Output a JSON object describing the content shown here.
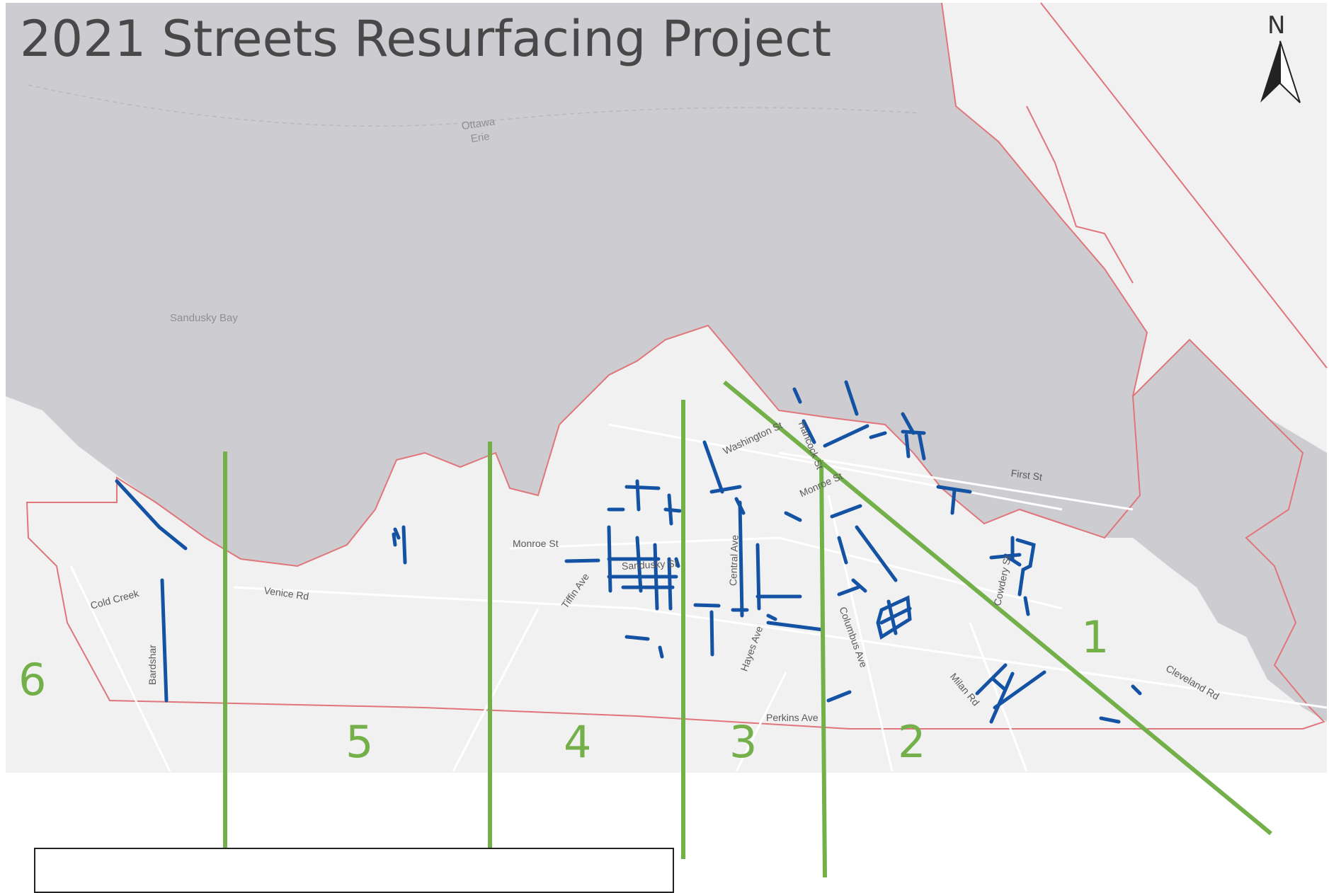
{
  "title": "2021 Streets Resurfacing Project",
  "north_arrow": {
    "label": "N",
    "icon": "north-arrow-icon"
  },
  "water_labels": {
    "ottawa": "Ottawa",
    "erie": "Erie",
    "sandusky_bay": "Sandusky Bay"
  },
  "street_labels": {
    "cold_creek": "Cold Creek",
    "venice_rd": "Venice Rd",
    "bardshar": "Bardshar",
    "monroe_st_west": "Monroe St",
    "sandusky_st": "Sandusky St",
    "tiffin_ave": "Tiffin Ave",
    "washington_st": "Washington St",
    "hancock_st": "Hancock St",
    "monroe_st_east": "Monroe St",
    "first_st": "First St",
    "central_ave": "Central Ave",
    "hayes_ave": "Hayes Ave",
    "columbus_ave": "Columbus Ave",
    "milan_rd": "Milan Rd",
    "cowdery_st": "Cowdery St",
    "cleveland_rd": "Cleveland Rd",
    "perkins_ave": "Perkins Ave"
  },
  "zones": [
    "1",
    "2",
    "3",
    "4",
    "5",
    "6"
  ],
  "colors": {
    "water": "#cdcdd1",
    "land": "#f1f1f2",
    "boundary": "#e0757a",
    "resurfacing": "#1452a3",
    "zone_divider": "#73b04a",
    "title": "#484848"
  }
}
